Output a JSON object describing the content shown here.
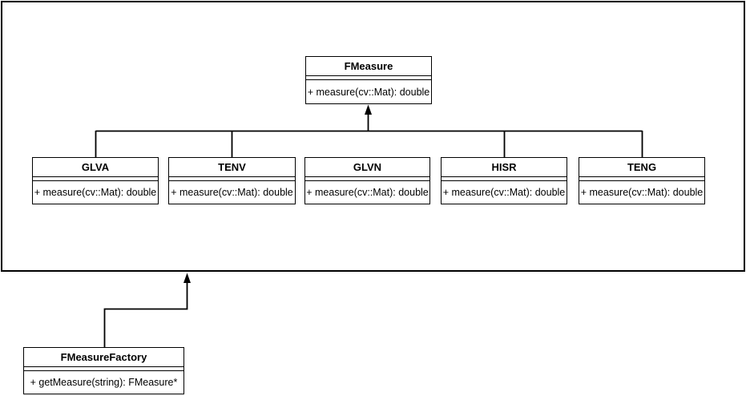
{
  "diagram": {
    "type": "uml-class-diagram",
    "colors": {
      "line": "#000000",
      "background": "#ffffff",
      "text": "#000000"
    },
    "classes": [
      {
        "name": "FMeasure",
        "attributes": [],
        "methods": [
          "+ measure(cv::Mat): double"
        ]
      },
      {
        "name": "GLVA",
        "attributes": [],
        "methods": [
          "+ measure(cv::Mat): double"
        ]
      },
      {
        "name": "TENV",
        "attributes": [],
        "methods": [
          "+ measure(cv::Mat): double"
        ]
      },
      {
        "name": "GLVN",
        "attributes": [],
        "methods": [
          "+ measure(cv::Mat): double"
        ]
      },
      {
        "name": "HISR",
        "attributes": [],
        "methods": [
          "+ measure(cv::Mat): double"
        ]
      },
      {
        "name": "TENG",
        "attributes": [],
        "methods": [
          "+ measure(cv::Mat): double"
        ]
      },
      {
        "name": "FMeasureFactory",
        "attributes": [],
        "methods": [
          "+ getMeasure(string): FMeasure*"
        ]
      }
    ],
    "relationships": [
      {
        "from": "GLVA",
        "to": "FMeasure",
        "type": "generalization"
      },
      {
        "from": "TENV",
        "to": "FMeasure",
        "type": "generalization"
      },
      {
        "from": "GLVN",
        "to": "FMeasure",
        "type": "generalization"
      },
      {
        "from": "HISR",
        "to": "FMeasure",
        "type": "generalization"
      },
      {
        "from": "TENG",
        "to": "FMeasure",
        "type": "generalization"
      },
      {
        "from": "FMeasureFactory",
        "to": "measures-frame",
        "type": "dependency-arrow"
      }
    ]
  }
}
